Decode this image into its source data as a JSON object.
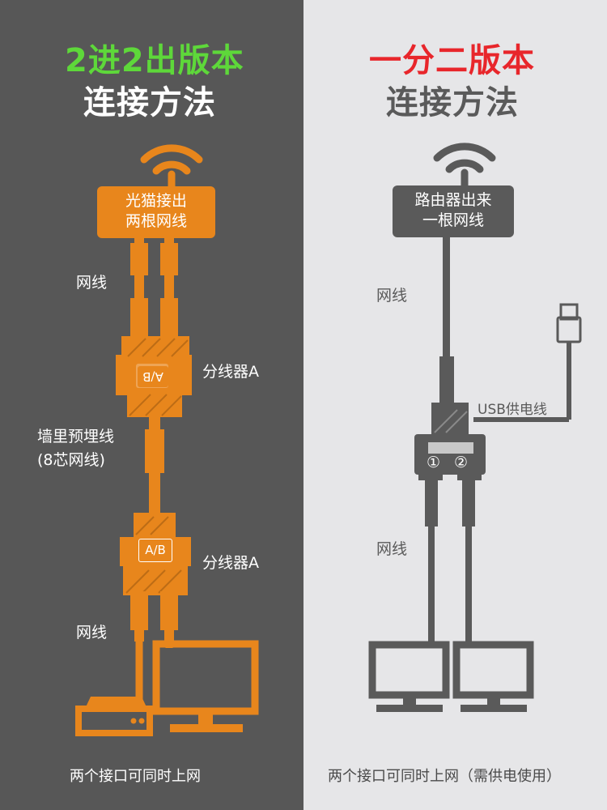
{
  "left": {
    "title_line1": "2进2出版本",
    "title_line2": "连接方法",
    "source_box_line1": "光猫接出",
    "source_box_line2": "两根网线",
    "cable_label_top": "网线",
    "splitter_label_1": "分线器A",
    "splitter_tag_1": "A/B",
    "wall_label_line1": "墙里预埋线",
    "wall_label_line2": "(8芯网线)",
    "splitter_label_2": "分线器A",
    "splitter_tag_2": "A/B",
    "cable_label_bottom": "网线",
    "footer": "两个接口可同时上网"
  },
  "right": {
    "title_line1": "一分二版本",
    "title_line2": "连接方法",
    "source_box_line1": "路由器出来",
    "source_box_line2": "一根网线",
    "cable_label_top": "网线",
    "usb_label": "USB供电线",
    "port_labels": [
      "①",
      "②"
    ],
    "cable_label_bottom": "网线",
    "footer": "两个接口可同时上网（需供电使用）"
  },
  "colors": {
    "left_bg": "#575757",
    "right_bg": "#e6e6e8",
    "orange": "#e8861c",
    "green": "#5ed83a",
    "red": "#e8262b",
    "right_gray": "#5a5a5a"
  }
}
